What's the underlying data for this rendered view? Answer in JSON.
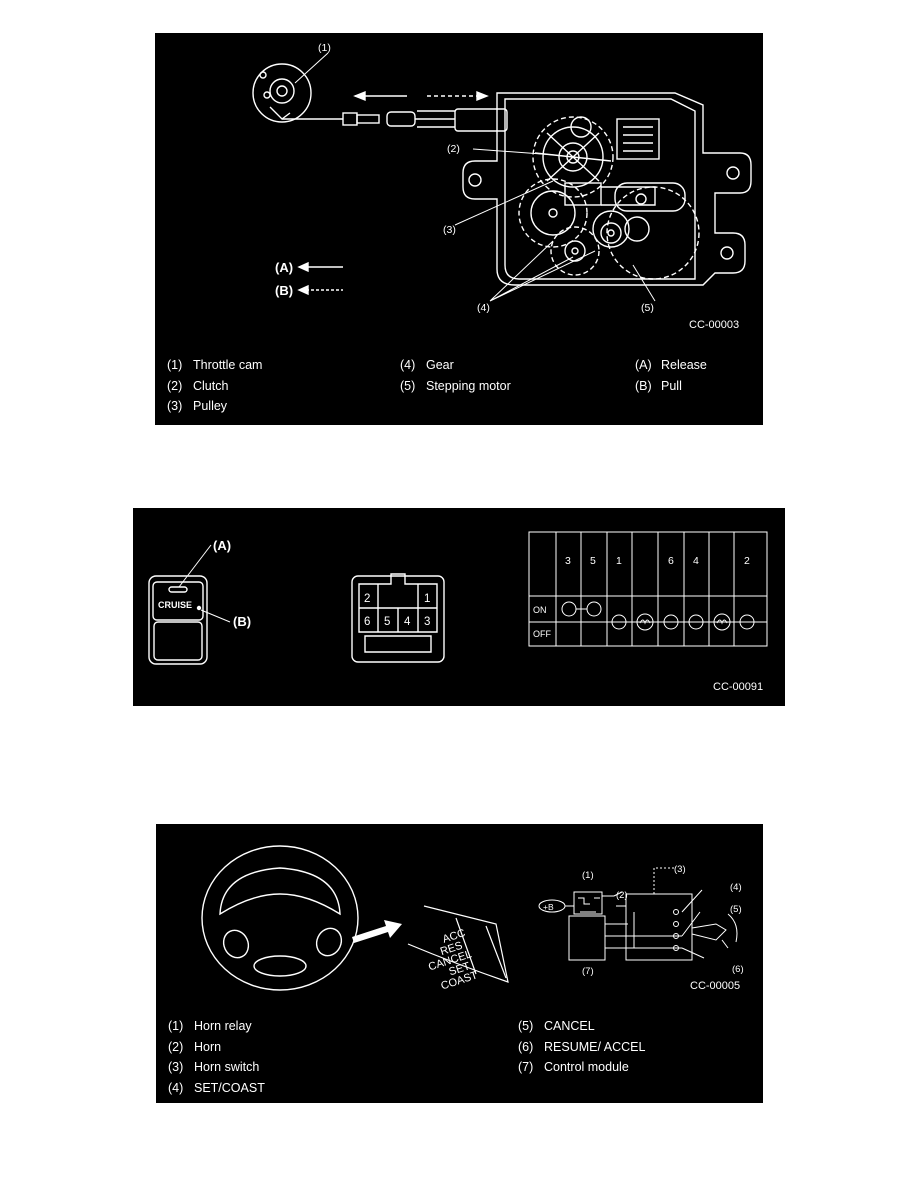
{
  "figure1": {
    "labels": {
      "l1": "(1)",
      "l2": "(2)",
      "l3": "(3)",
      "l4": "(4)",
      "l5": "(5)",
      "lA": "(A)",
      "lB": "(B)"
    },
    "code": "CC-00003",
    "legend": [
      {
        "num": "(1)",
        "text": "Throttle cam"
      },
      {
        "num": "(2)",
        "text": "Clutch"
      },
      {
        "num": "(3)",
        "text": "Pulley"
      },
      {
        "num": "(4)",
        "text": "Gear"
      },
      {
        "num": "(5)",
        "text": "Stepping motor"
      },
      {
        "num": "(A)",
        "text": "Release"
      },
      {
        "num": "(B)",
        "text": "Pull"
      }
    ]
  },
  "figure2": {
    "labels": {
      "lA": "(A)",
      "lB": "(B)",
      "cruise": "CRUISE"
    },
    "connector": {
      "top_left": "2",
      "top_right": "1",
      "bottom": [
        "6",
        "5",
        "4",
        "3"
      ]
    },
    "table": {
      "headers": [
        "3",
        "5",
        "1",
        "6",
        "4",
        "2"
      ],
      "rows": [
        "ON",
        "OFF"
      ]
    },
    "code": "CC-00091"
  },
  "figure3": {
    "stalk": {
      "acc": "ACC",
      "res": "RES",
      "cancel": "CANCEL",
      "set": "SET",
      "coast": "COAST"
    },
    "labels": {
      "l1": "(1)",
      "l2": "(2)",
      "l3": "(3)",
      "l4": "(4)",
      "l5": "(5)",
      "l6": "(6)",
      "l7": "(7)",
      "plusb": "+B"
    },
    "code": "CC-00005",
    "legend": [
      {
        "num": "(1)",
        "text": "Horn relay"
      },
      {
        "num": "(2)",
        "text": "Horn"
      },
      {
        "num": "(3)",
        "text": "Horn switch"
      },
      {
        "num": "(4)",
        "text": "SET/COAST"
      },
      {
        "num": "(5)",
        "text": "CANCEL"
      },
      {
        "num": "(6)",
        "text": "RESUME/ ACCEL"
      },
      {
        "num": "(7)",
        "text": "Control module"
      }
    ]
  }
}
